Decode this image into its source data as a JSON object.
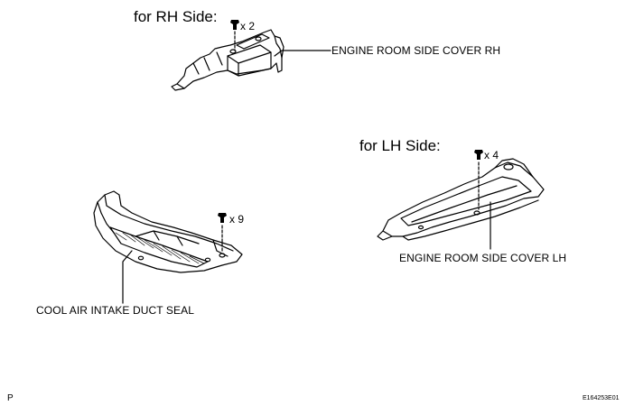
{
  "rh": {
    "heading": "for RH Side:",
    "qty": "x 2",
    "part_label": "ENGINE ROOM SIDE COVER RH"
  },
  "lh": {
    "heading": "for LH Side:",
    "qty": "x 4",
    "part_label": "ENGINE ROOM SIDE COVER LH"
  },
  "seal": {
    "qty": "x 9",
    "part_label": "COOL AIR INTAKE DUCT SEAL"
  },
  "footer": {
    "left_mark": "P",
    "figure_id": "E164253E01"
  }
}
